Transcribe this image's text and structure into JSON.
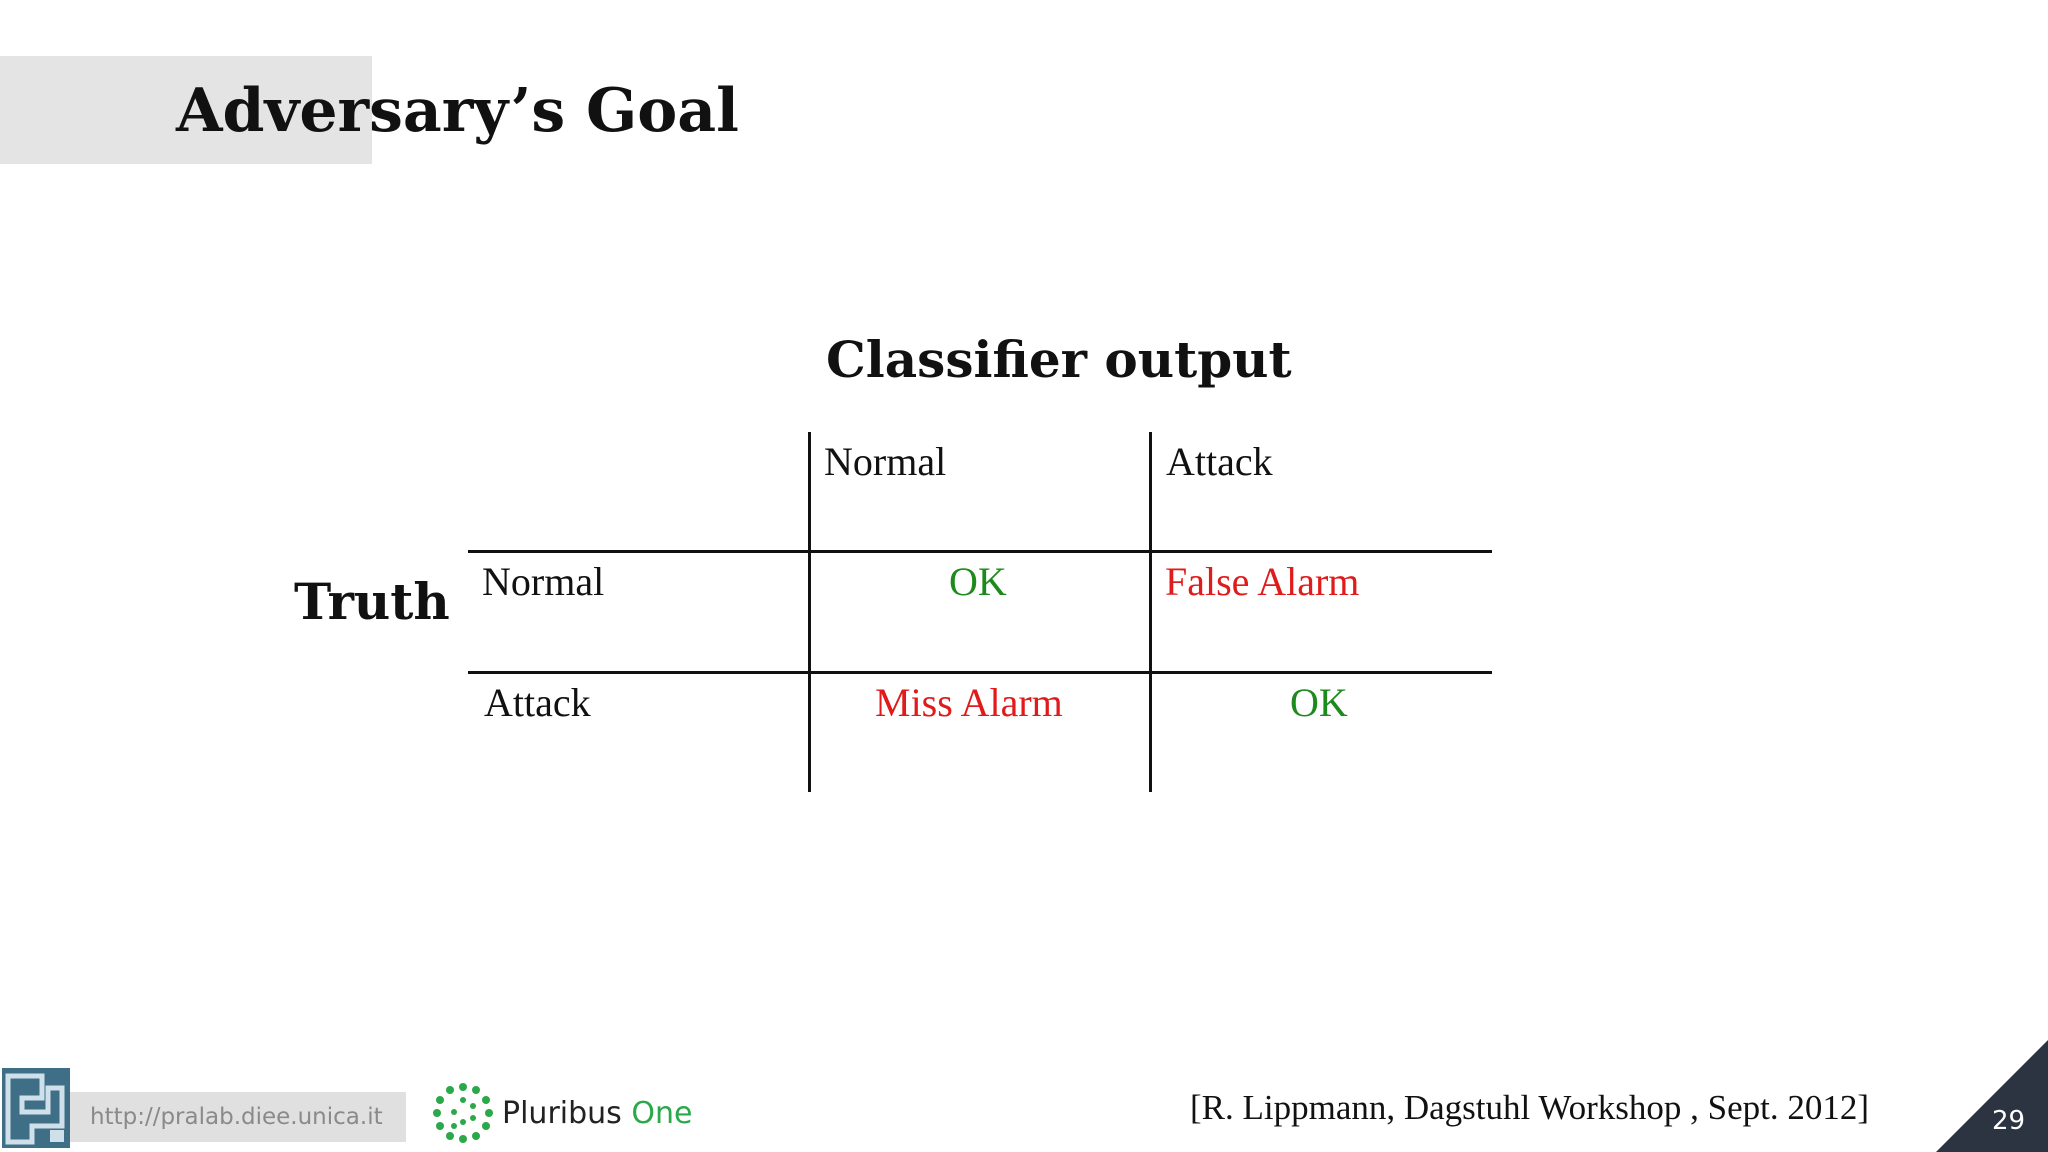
{
  "slide": {
    "title": "Adversary’s Goal",
    "page_number": "29"
  },
  "table": {
    "column_header_title": "Classifier output",
    "row_header_title": "Truth",
    "columns": [
      "Normal",
      "Attack"
    ],
    "rows": [
      {
        "label": "Normal",
        "cells": [
          "OK",
          "False Alarm"
        ]
      },
      {
        "label": "Attack",
        "cells": [
          "Miss Alarm",
          "OK"
        ]
      }
    ],
    "colors": {
      "ok": "#1e8a1e",
      "alarm": "#e01b1b"
    }
  },
  "footer": {
    "url": "http://pralab.diee.unica.it",
    "brand_main": "Pluribus",
    "brand_accent": "One",
    "citation": "[R. Lippmann, Dagstuhl Workshop , Sept. 2012]"
  }
}
